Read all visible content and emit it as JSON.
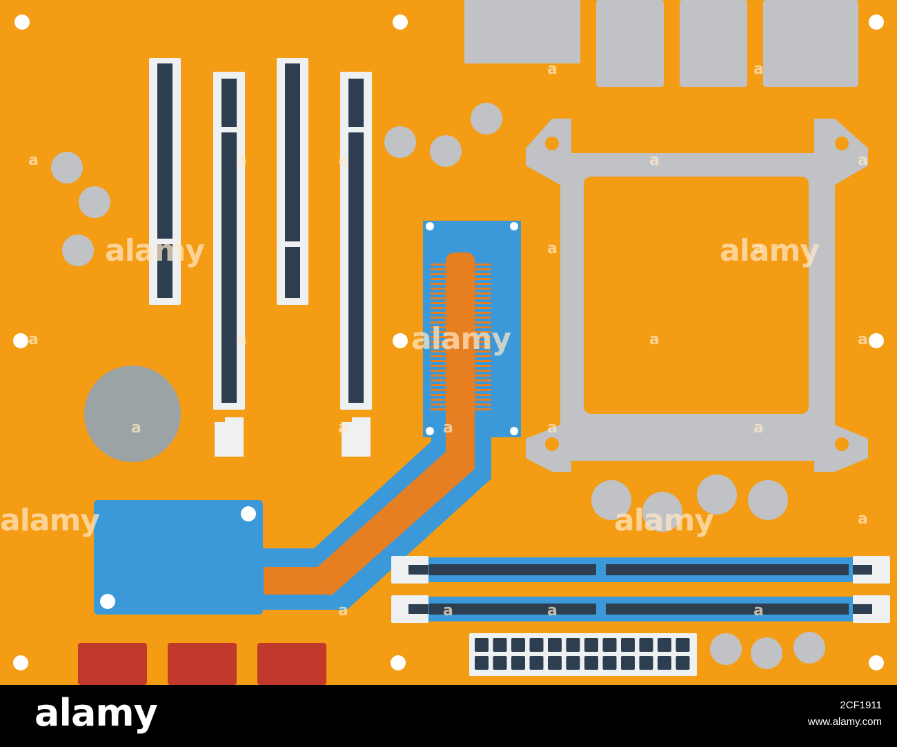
{
  "colors": {
    "board": "#f39c14",
    "hole": "#ffffff",
    "metal_gray": "#c0c2c5",
    "capacitor_dark": "#9ca3a5",
    "slot_frame": "#eef0f1",
    "slot_dark": "#2c3e50",
    "heatsink_blue": "#3b99d9",
    "heatpipe_orange": "#e67e22",
    "vrm_red": "#c0392b",
    "footer_bg": "#000000",
    "footer_text": "#ffffff"
  },
  "illustration": {
    "subject": "motherboard-icon",
    "watermark_word": "alamy",
    "watermark_mark": "a"
  },
  "footer": {
    "logo": "alamy",
    "image_id": "2CF1911",
    "url": "www.alamy.com"
  }
}
